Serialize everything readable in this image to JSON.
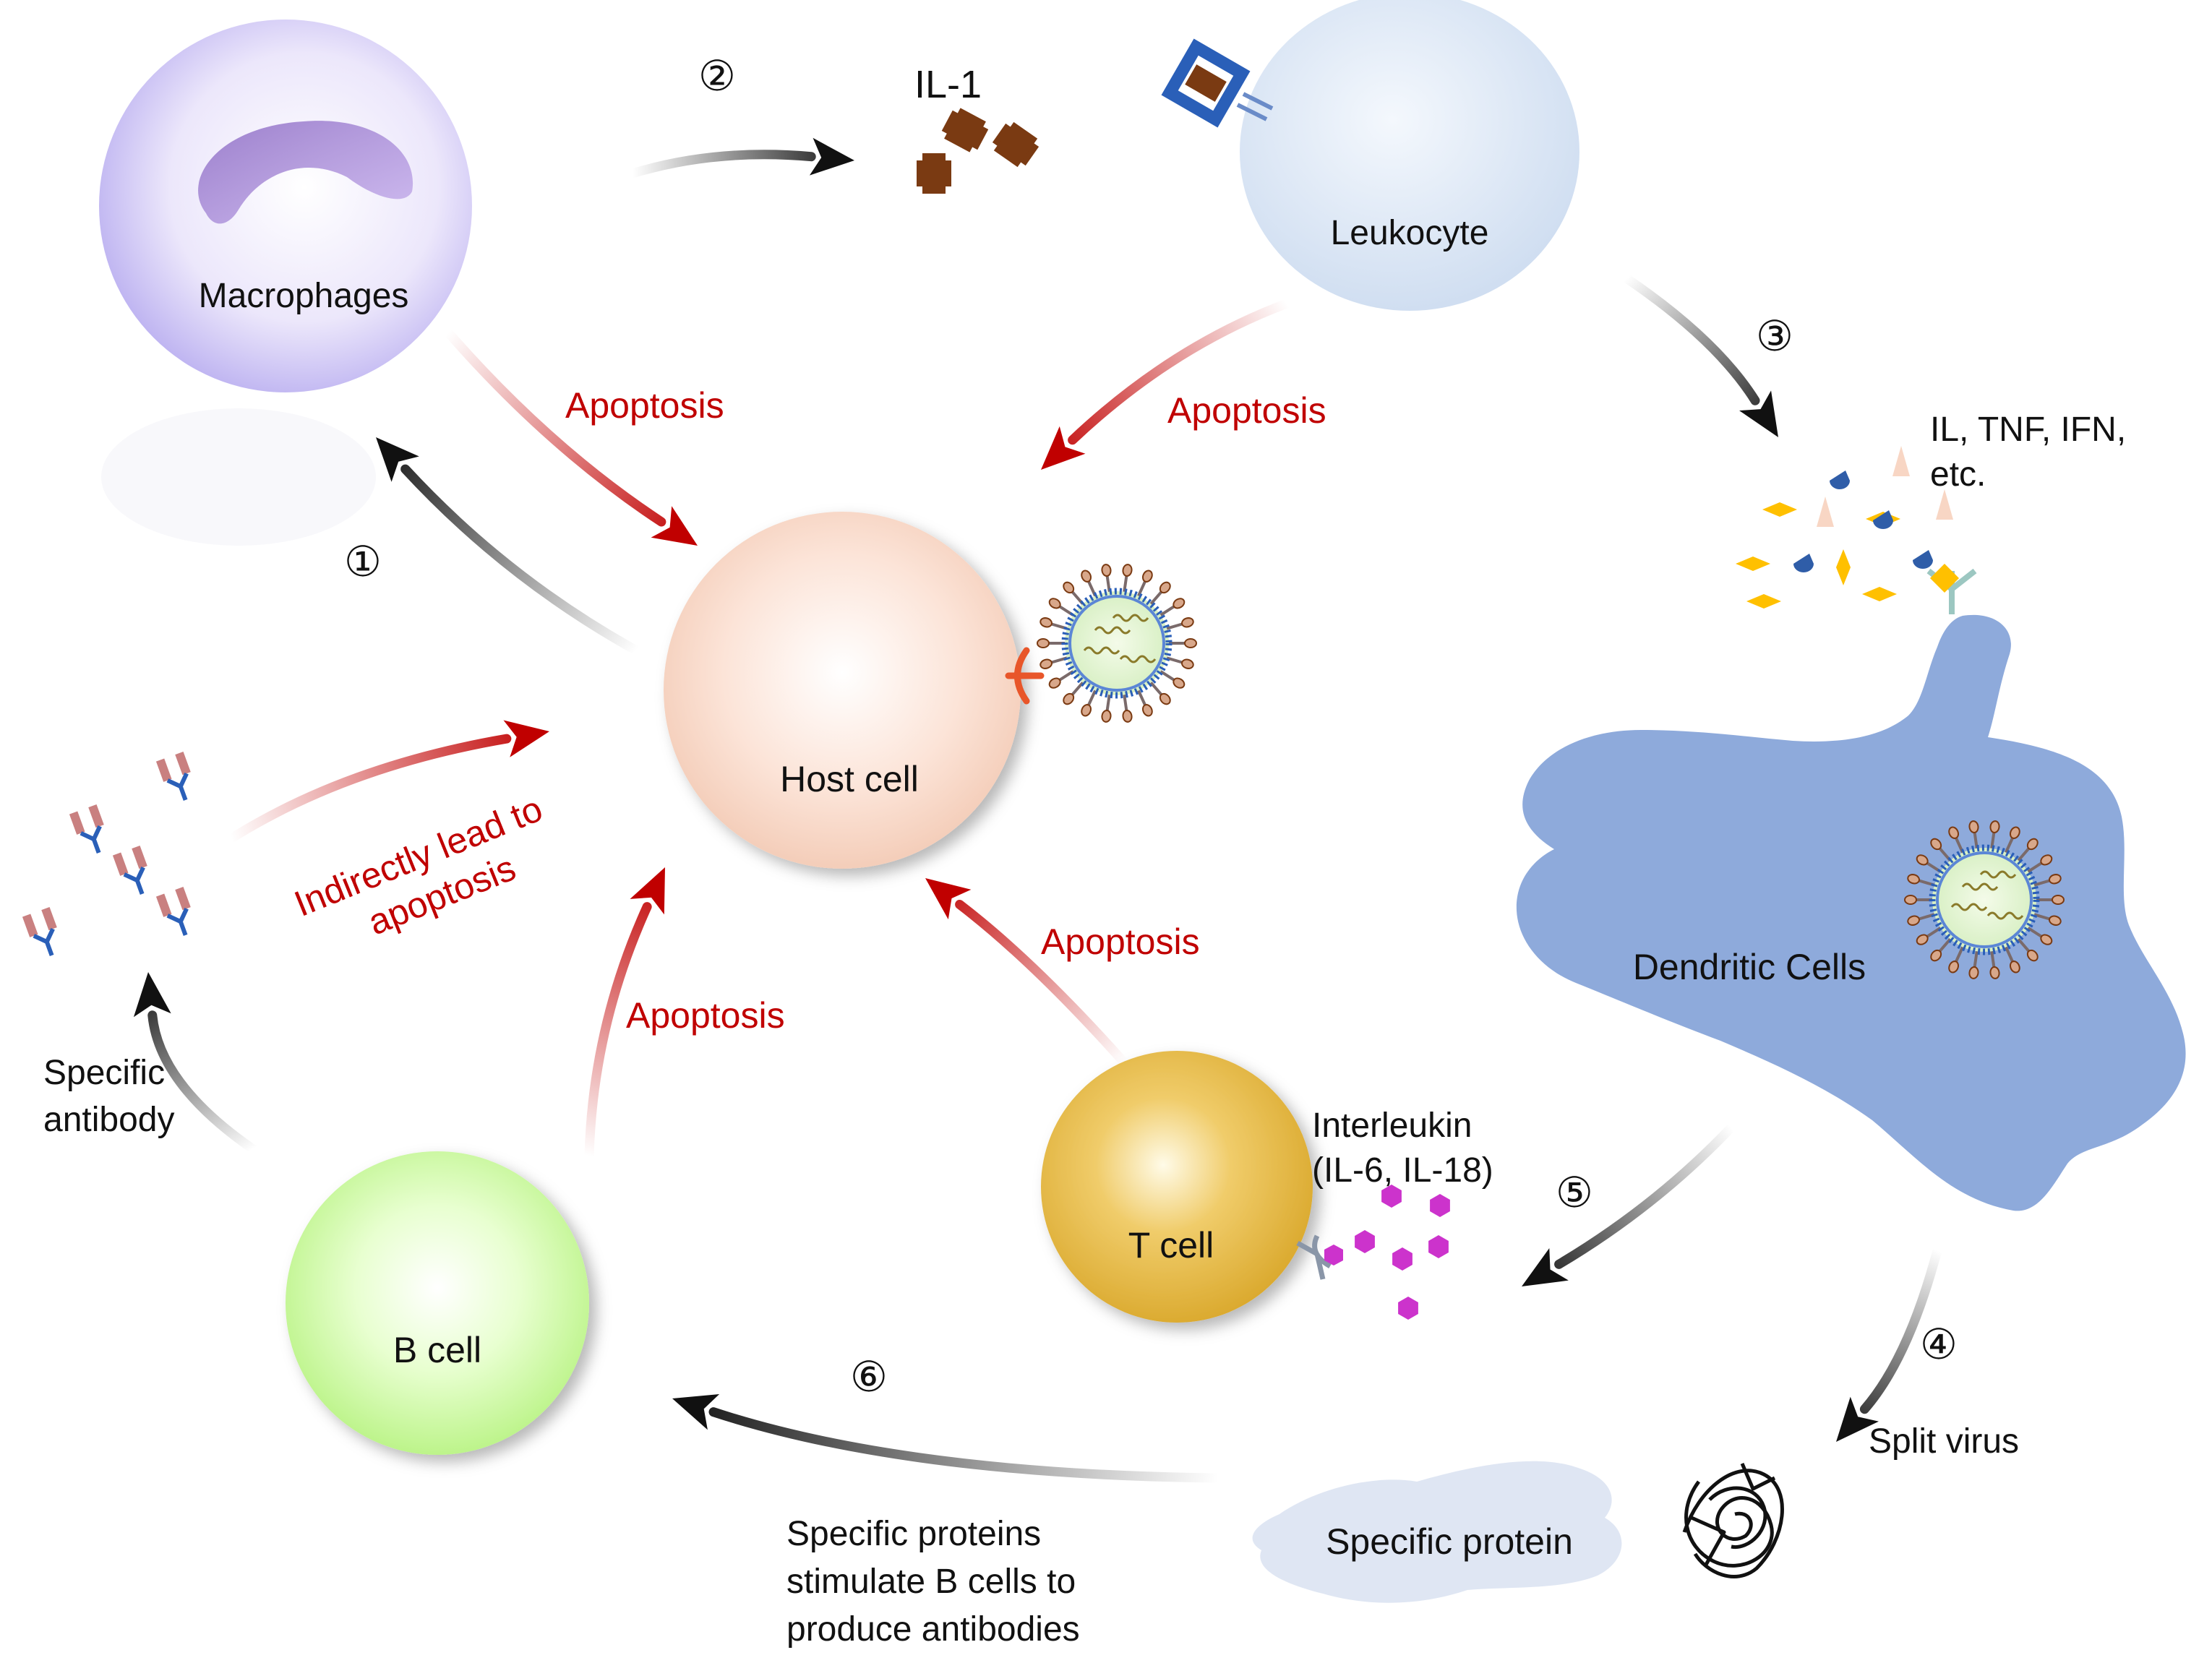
{
  "cells": {
    "macrophages": "Macrophages",
    "leukocyte": "Leukocyte",
    "host": "Host cell",
    "dendritic": "Dendritic Cells",
    "t_cell": "T cell",
    "b_cell": "B cell",
    "specific_protein": "Specific protein"
  },
  "labels": {
    "il1": "IL-1",
    "cytokines_line1": "IL, TNF, IFN,",
    "cytokines_line2": "etc.",
    "interleukin_line1": "Interleukin",
    "interleukin_line2": "(IL-6, IL-18)",
    "split_virus": "Split virus",
    "specific_antibody_line1": "Specific",
    "specific_antibody_line2": "antibody",
    "stimulate_line1": "Specific proteins",
    "stimulate_line2": "stimulate B cells to",
    "stimulate_line3": "produce antibodies"
  },
  "red_labels": {
    "apoptosis_macrophage": "Apoptosis",
    "apoptosis_leukocyte": "Apoptosis",
    "apoptosis_tcell": "Apoptosis",
    "apoptosis_bcell": "Apoptosis",
    "indirect_line1": "Indirectly lead to",
    "indirect_line2": "apoptosis"
  },
  "steps": {
    "s1": "①",
    "s2": "②",
    "s3": "③",
    "s4": "④",
    "s5": "⑤",
    "s6": "⑥"
  },
  "colors": {
    "dendritic": "#8ea9db",
    "red_arrow": "#c00000",
    "black_arrow": "#111111",
    "cytokine_yellow": "#ffc000",
    "interleukin_magenta": "#cc33cc",
    "il1_brown": "#7a3a12"
  }
}
